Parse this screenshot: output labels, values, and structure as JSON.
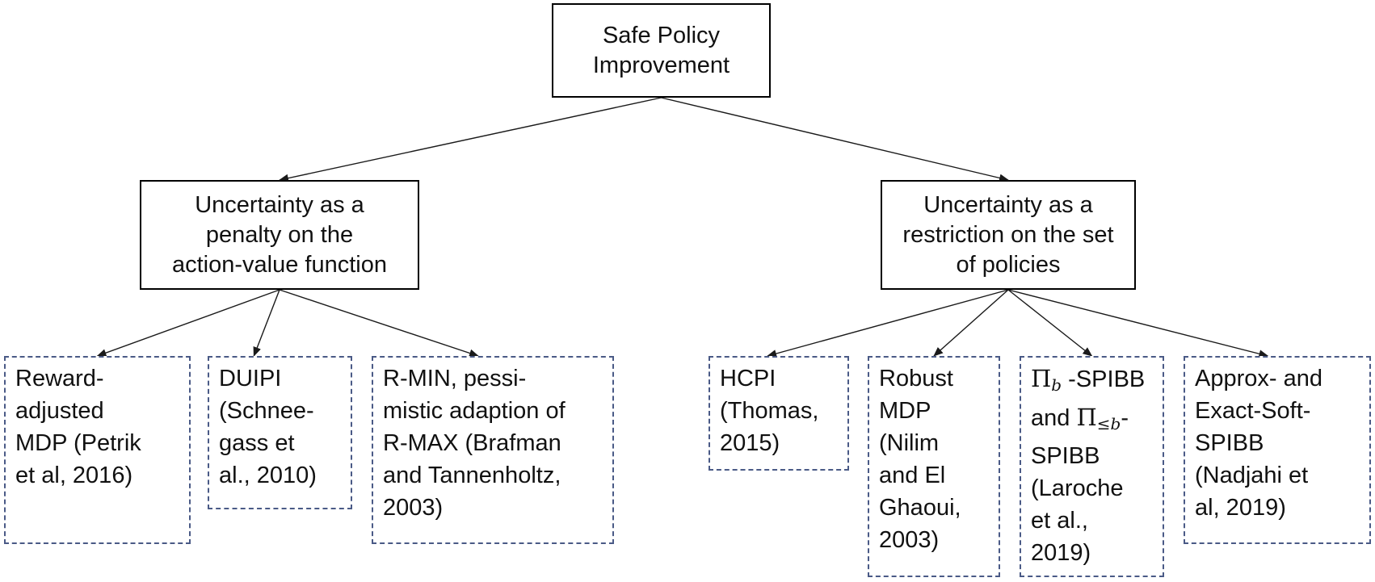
{
  "root": {
    "label": "Safe Policy\nImprovement"
  },
  "categories": [
    {
      "label": "Uncertainty as a\npenalty on the\naction-value function",
      "methods": [
        {
          "label": "Reward-\nadjusted\nMDP (Petrik\net al, 2016)"
        },
        {
          "label": "DUIPI\n(Schnee-\ngass et\nal., 2010)"
        },
        {
          "label": "R-MIN, pessi-\nmistic adaption of\nR-MAX (Brafman\nand Tannenholtz,\n2003)"
        }
      ]
    },
    {
      "label": "Uncertainty as a\nrestriction on the set\nof policies",
      "methods": [
        {
          "label": "HCPI\n(Thomas,\n2015)"
        },
        {
          "label": "Robust\nMDP\n(Nilim\nand El\nGhaoui,\n2003)"
        },
        {
          "pi_symbol": "Π",
          "sub_b": "b",
          "sub_leq_b": "≤b",
          "line1_suffix": " -SPIBB",
          "line2_prefix": "and ",
          "line2_suffix": "-",
          "rest": "SPIBB\n(Laroche\net al.,\n2019)"
        },
        {
          "label": "Approx- and\nExact-Soft-\nSPIBB\n(Nadjahi et\nal, 2019)"
        }
      ]
    }
  ],
  "colors": {
    "solid_border": "#000000",
    "dashed_border": "#4a5a86",
    "arrow": "#1a1a1a"
  }
}
